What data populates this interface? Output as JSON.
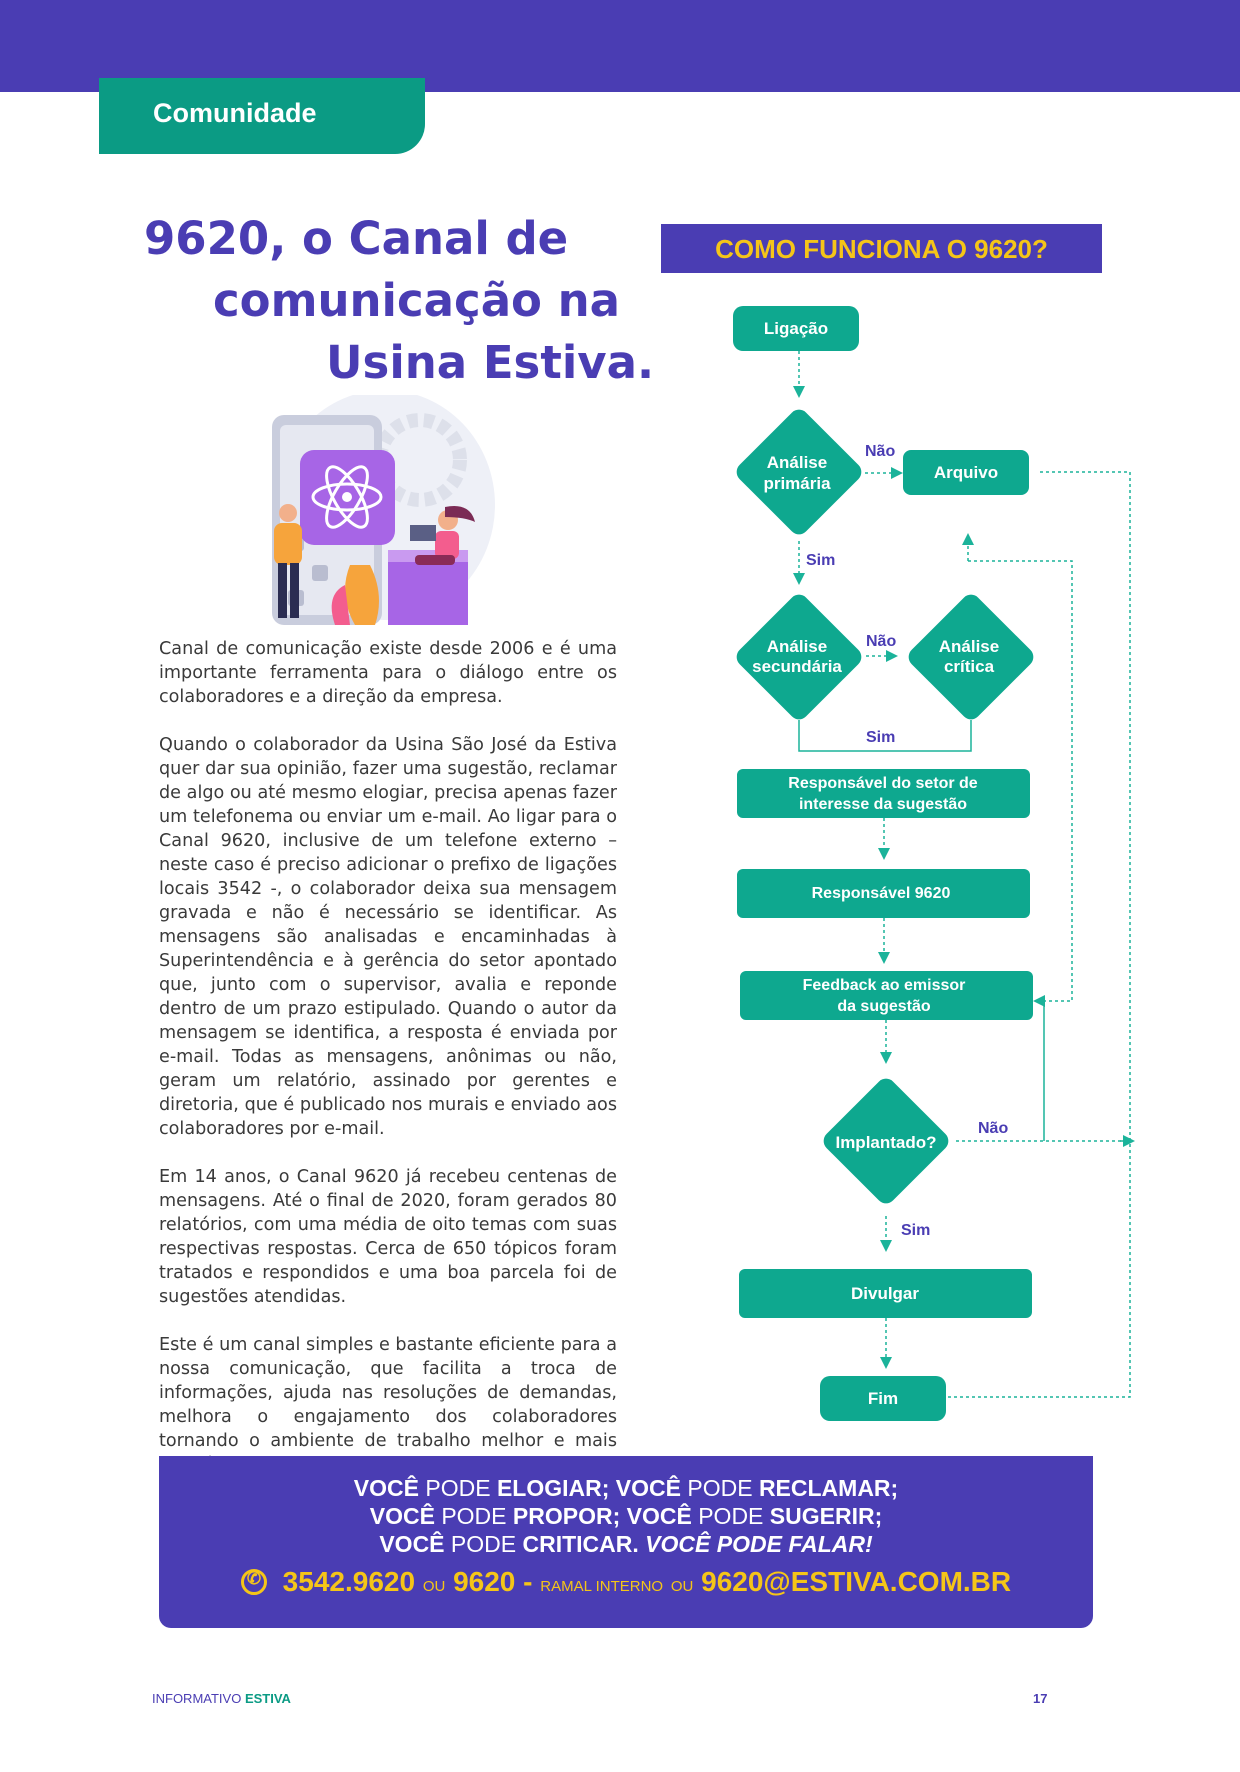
{
  "section": "Comunidade",
  "title_lines": [
    "9620, o Canal de",
    "comunicação na",
    "Usina Estiva."
  ],
  "paragraphs": [
    "Canal de comunicação existe desde 2006 e é uma importante ferramenta para o diálogo entre os colaboradores e a direção da empresa.",
    "Quando o colaborador da Usina São José da Estiva quer dar sua opinião, fazer uma sugestão, reclamar de algo ou até mesmo elogiar, precisa apenas fazer um telefonema ou enviar um e-mail. Ao ligar para o Canal 9620, inclusive de um telefone externo – neste caso é preciso adicionar o prefixo de ligações locais 3542 -, o colaborador deixa sua mensagem gravada e não é necessário se identificar. As mensagens são analisadas e encaminhadas à Superintendência e à gerência do setor apontado que, junto com o supervisor, avalia e reponde dentro de um prazo estipulado. Quando o autor da mensagem se identifica, a resposta é enviada por e-mail. Todas as mensagens, anônimas ou não, geram um relatório, assinado por gerentes e diretoria, que é publicado nos murais e enviado aos colaboradores por e-mail.",
    "Em 14 anos, o Canal 9620 já recebeu centenas de mensagens. Até o final de 2020, foram gerados 80 relatórios, com uma média de oito temas com suas respectivas respostas. Cerca de 650 tópicos foram tratados e respondidos e uma boa parcela foi de sugestões atendidas.",
    "Este é um canal simples e bastante eficiente para a nossa comunicação, que facilita a troca de informações, ajuda nas resoluções de demandas, melhora o engajamento dos colaboradores tornando o ambiente de trabalho melhor e mais amigável."
  ],
  "flow": {
    "header": "COMO FUNCIONA O 9620?",
    "ligacao": "Ligação",
    "analise_primaria": [
      "Análise",
      "primária"
    ],
    "arquivo": "Arquivo",
    "analise_secundaria": [
      "Análise",
      "secundária"
    ],
    "analise_critica": [
      "Análise",
      "crítica"
    ],
    "responsavel_setor": [
      "Responsável do setor de",
      "interesse da sugestão"
    ],
    "responsavel_9620": "Responsável 9620",
    "feedback": [
      "Feedback ao emissor",
      "da sugestão"
    ],
    "implantado": "Implantado?",
    "divulgar": "Divulgar",
    "fim": "Fim",
    "nao": "Não",
    "sim": "Sim"
  },
  "slogan": {
    "voce": "VOCÊ",
    "pode": "PODE",
    "elogiar": "ELOGIAR;",
    "reclamar": "RECLAMAR;",
    "propor": "PROPOR;",
    "sugerir": "SUGERIR;",
    "criticar": "CRITICAR.",
    "falar": "VOCÊ PODE FALAR!"
  },
  "contact": {
    "phone": "3542.9620",
    "ou": "OU",
    "ramal_num": "9620 -",
    "ramal_label": "RAMAL INTERNO",
    "email": "9620@ESTIVA.COM.BR"
  },
  "footer": {
    "left_a": "INFORMATIVO",
    "left_b": "ESTIVA",
    "page": "17"
  },
  "colors": {
    "purple": "#4a3db3",
    "teal": "#0b9b84",
    "yellow": "#f5c518"
  }
}
